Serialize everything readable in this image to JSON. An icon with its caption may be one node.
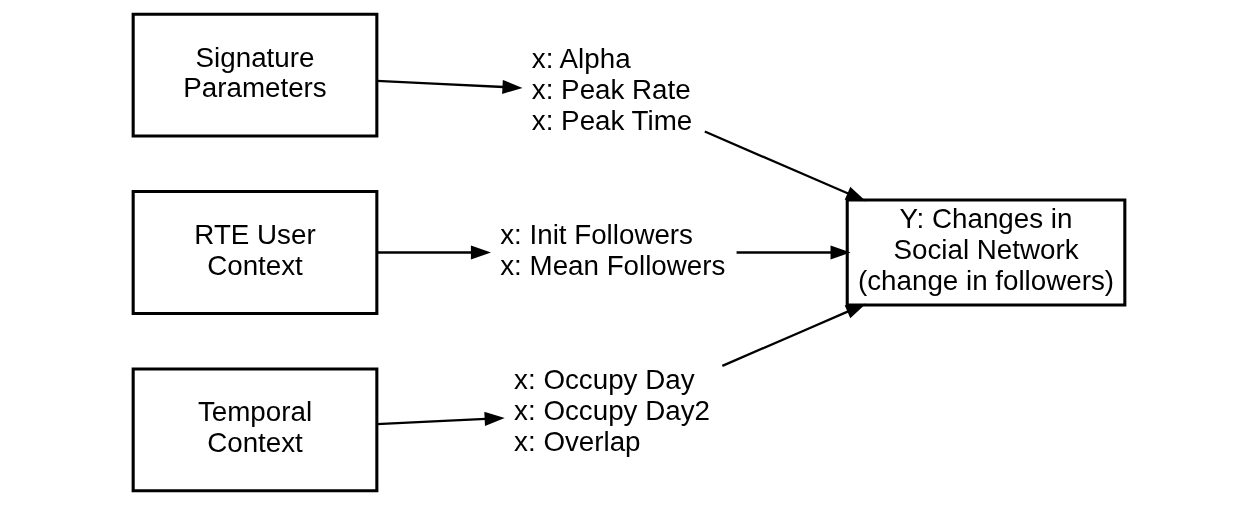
{
  "diagram": {
    "nodes": [
      {
        "text": [
          "Signature Parameters"
        ]
      },
      {
        "text": [
          "x: Alpha",
          "x: Peak Rate",
          "x: Peak Time"
        ]
      },
      {
        "text": [
          "RTE User Context"
        ]
      },
      {
        "text": [
          "x: Init Followers",
          "x: Mean Followers"
        ]
      },
      {
        "text": [
          "Temporal Context"
        ]
      },
      {
        "text": [
          "x: Occupy Day",
          "x: Occupy Day2",
          "x: Overlap"
        ]
      },
      {
        "text": [
          "Y: Changes in Social Network (change in followers)"
        ]
      }
    ],
    "edges": [
      {
        "from": 0,
        "to": 1,
        "arrow": "to"
      },
      {
        "from": 2,
        "to": 3,
        "arrow": "to"
      },
      {
        "from": 4,
        "to": 5,
        "arrow": "to"
      },
      {
        "from": 1,
        "to": 6,
        "arrow": "to"
      },
      {
        "from": 3,
        "to": 6,
        "arrow": "to"
      },
      {
        "from": 5,
        "to": 6,
        "arrow": "to"
      }
    ]
  }
}
